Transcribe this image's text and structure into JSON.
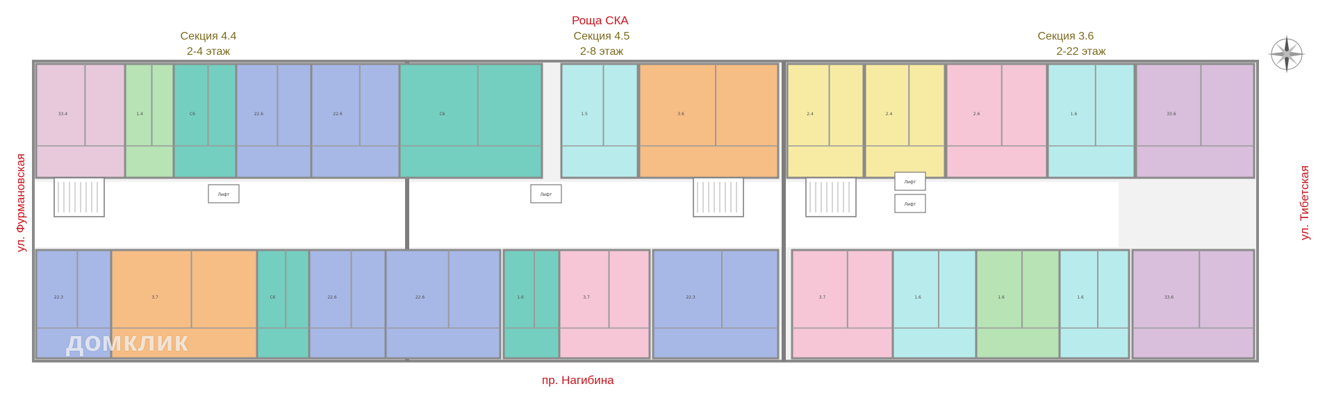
{
  "streets": {
    "north": "Роща СКА",
    "south": "пр. Нагибина",
    "west": "ул. Фурмановская",
    "east": "ул. Тибетская"
  },
  "sections": [
    {
      "name": "Секция 4.4",
      "floors": "2-4 этаж"
    },
    {
      "name": "Секция 4.5",
      "floors": "2-8 этаж"
    },
    {
      "name": "Секция 3.6",
      "floors": "2-22 этаж"
    }
  ],
  "lift_label": "Лифт",
  "watermark": "домклик",
  "colors": {
    "pink": "#e8c9dc",
    "green": "#b7e3b5",
    "teal": "#74cfc0",
    "blue": "#a7b8e6",
    "orange": "#f6bd85",
    "light_cyan": "#b8ecec",
    "yellow": "#f7eba3",
    "rose": "#f6c6d6",
    "mauve": "#d9bfdc",
    "wall": "#8a8a8a",
    "corridor": "#ffffff",
    "street_text": "#c8141e",
    "section_text": "#7a6a1e"
  },
  "apartments_top": [
    {
      "label": "33.4",
      "color": "pink"
    },
    {
      "label": "1.4",
      "color": "green"
    },
    {
      "label": "C6",
      "color": "teal"
    },
    {
      "label": "22.6",
      "color": "blue"
    },
    {
      "label": "22.6",
      "color": "blue"
    },
    {
      "label": "C6",
      "color": "teal"
    },
    {
      "label": "1.5",
      "color": "light_cyan"
    },
    {
      "label": "3.6",
      "color": "orange"
    },
    {
      "label": "2.4",
      "color": "yellow"
    },
    {
      "label": "2.4",
      "color": "yellow"
    },
    {
      "label": "2.6",
      "color": "rose"
    },
    {
      "label": "1.6",
      "color": "light_cyan"
    },
    {
      "label": "33.6",
      "color": "mauve"
    }
  ],
  "apartments_bottom": [
    {
      "label": "22.3",
      "color": "blue"
    },
    {
      "label": "3.7",
      "color": "orange"
    },
    {
      "label": "C6",
      "color": "teal"
    },
    {
      "label": "22.6",
      "color": "blue"
    },
    {
      "label": "22.6",
      "color": "blue"
    },
    {
      "label": "1.6",
      "color": "teal"
    },
    {
      "label": "3.7",
      "color": "rose"
    },
    {
      "label": "22.3",
      "color": "blue"
    },
    {
      "label": "3.7",
      "color": "rose"
    },
    {
      "label": "1.6",
      "color": "light_cyan"
    },
    {
      "label": "1.6",
      "color": "green"
    },
    {
      "label": "1.6",
      "color": "light_cyan"
    },
    {
      "label": "33.6",
      "color": "mauve"
    }
  ]
}
